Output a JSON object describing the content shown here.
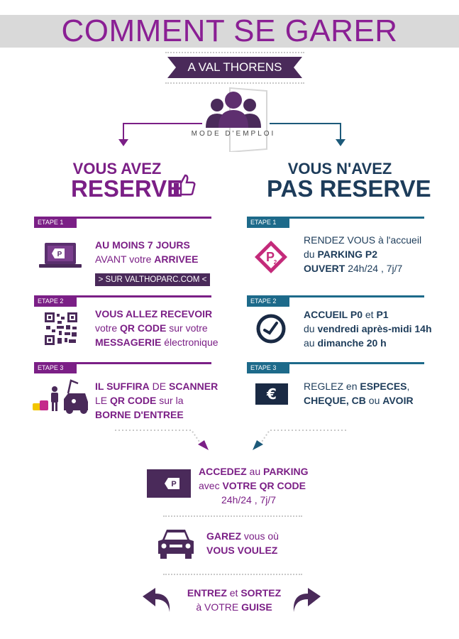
{
  "header": {
    "title": "COMMENT SE GARER",
    "subtitle": "A VAL THORENS",
    "mode": "MODE D'EMPLOI"
  },
  "left": {
    "heading_line1": "VOUS AVEZ",
    "heading_line2": "RESERVE",
    "steps": [
      {
        "tag": "ETAPE 1",
        "lines": [
          [
            "AU MOINS 7 JOURS"
          ],
          [
            "AVANT votre ",
            "ARRIVEE"
          ]
        ],
        "button": "> SUR VALTHOPARC.COM <"
      },
      {
        "tag": "ETAPE 2",
        "lines": [
          [
            "VOUS ALLEZ RECEVOIR"
          ],
          [
            "votre ",
            "QR CODE",
            " sur votre"
          ],
          [
            "MESSAGERIE",
            " électronique"
          ]
        ]
      },
      {
        "tag": "ETAPE 3",
        "lines": [
          [
            "IL SUFFIRA",
            " DE ",
            "SCANNER"
          ],
          [
            "LE ",
            "QR CODE",
            " sur la"
          ],
          [
            "BORNE D'ENTREE"
          ]
        ]
      }
    ]
  },
  "right": {
    "heading_line1": "VOUS N'AVEZ",
    "heading_line2": "PAS RESERVE",
    "steps": [
      {
        "tag": "ETAPE 1",
        "lines": [
          [
            "RENDEZ VOUS à l'accueil"
          ],
          [
            "du ",
            "PARKING P2"
          ],
          [
            "OUVERT",
            " 24h/24 , 7j/7"
          ]
        ]
      },
      {
        "tag": "ETAPE 2",
        "lines": [
          [
            "ACCUEIL P0",
            " et ",
            "P1"
          ],
          [
            "du ",
            "vendredi après-midi 14h"
          ],
          [
            "au ",
            "dimanche 20 h"
          ]
        ]
      },
      {
        "tag": "ETAPE 3",
        "lines": [
          [
            "REGLEZ en ",
            "ESPECES",
            ","
          ],
          [
            "CHEQUE, CB",
            " ou ",
            "AVOIR"
          ]
        ]
      }
    ]
  },
  "bottom": {
    "access_lines": [
      [
        "ACCEDEZ",
        " au ",
        "PARKING"
      ],
      [
        "avec ",
        "VOTRE QR CODE"
      ],
      [
        "24h/24 , 7j/7"
      ]
    ],
    "park_lines": [
      [
        "GAREZ",
        " vous où"
      ],
      [
        "VOUS VOULEZ"
      ]
    ],
    "exit_lines": [
      [
        "ENTREZ",
        " et  ",
        "SORTEZ"
      ],
      [
        "à VOTRE ",
        "GUISE"
      ]
    ]
  },
  "colors": {
    "purple": "#7b1f86",
    "navy": "#1d3c5a",
    "dark": "#4a2a5a"
  }
}
